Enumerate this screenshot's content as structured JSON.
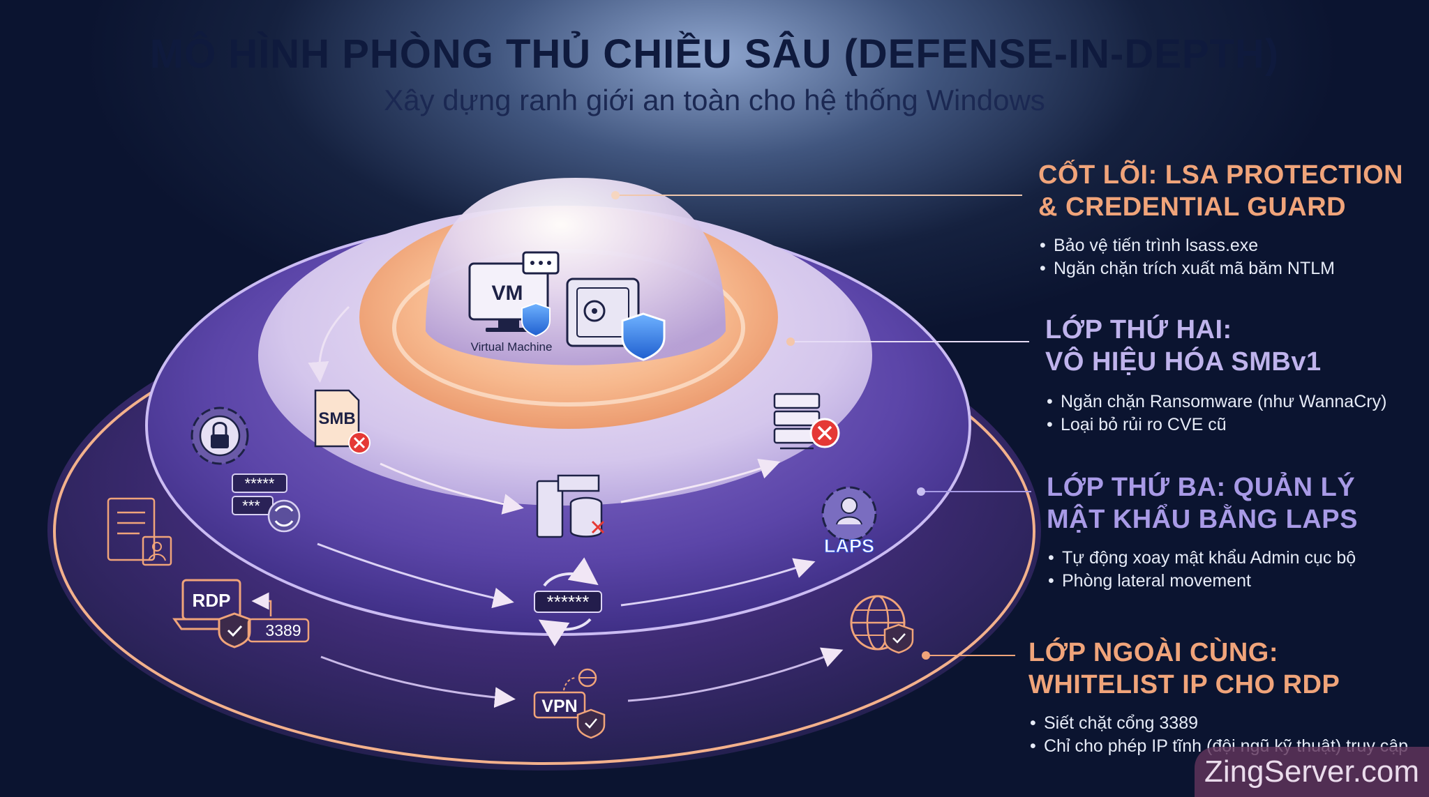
{
  "header": {
    "title": "MÔ HÌNH PHÒNG THỦ CHIỀU SÂU (DEFENSE-IN-DEPTH)",
    "subtitle": "Xây dựng ranh giới an toàn cho hệ thống Windows"
  },
  "layers": [
    {
      "title_line1": "CỐT LÕI: LSA PROTECTION",
      "title_line2": "& CREDENTIAL GUARD",
      "bullets": [
        "Bảo vệ tiến trình lsass.exe",
        "Ngăn chặn trích xuất mã băm NTLM"
      ]
    },
    {
      "title_line1": "LỚP THỨ HAI:",
      "title_line2": "VÔ HIỆU HÓA SMBv1",
      "bullets": [
        "Ngăn chặn Ransomware (như WannaCry)",
        "Loại bỏ rủi ro CVE cũ"
      ]
    },
    {
      "title_line1": "LỚP THỨ BA: QUẢN LÝ",
      "title_line2": "MẬT KHẨU BẰNG LAPS",
      "bullets": [
        "Tự động xoay mật khẩu Admin cục bộ",
        "Phòng lateral movement"
      ]
    },
    {
      "title_line1": "LỚP NGOÀI CÙNG:",
      "title_line2": "WHITELIST IP CHO RDP",
      "bullets": [
        "Siết chặt cổng 3389",
        "Chỉ cho phép IP tĩnh (đội ngũ kỹ thuật) truy cập"
      ]
    }
  ],
  "icons": {
    "vm": "VM",
    "vm_caption": "Virtual Machine",
    "smb": "SMB",
    "laps": "LAPS",
    "password_long": "******",
    "password_mid": "*****",
    "password_short": "***",
    "rdp": "RDP",
    "port": "3389",
    "vpn": "VPN"
  },
  "colors": {
    "orange_accent": "#f0a47a",
    "violet_accent": "#bfb3ec",
    "lavender_accent": "#a89ae6",
    "danger": "#e53935",
    "shield": "#3b7de0"
  },
  "brand": {
    "watermark": "ZingServer.com"
  }
}
